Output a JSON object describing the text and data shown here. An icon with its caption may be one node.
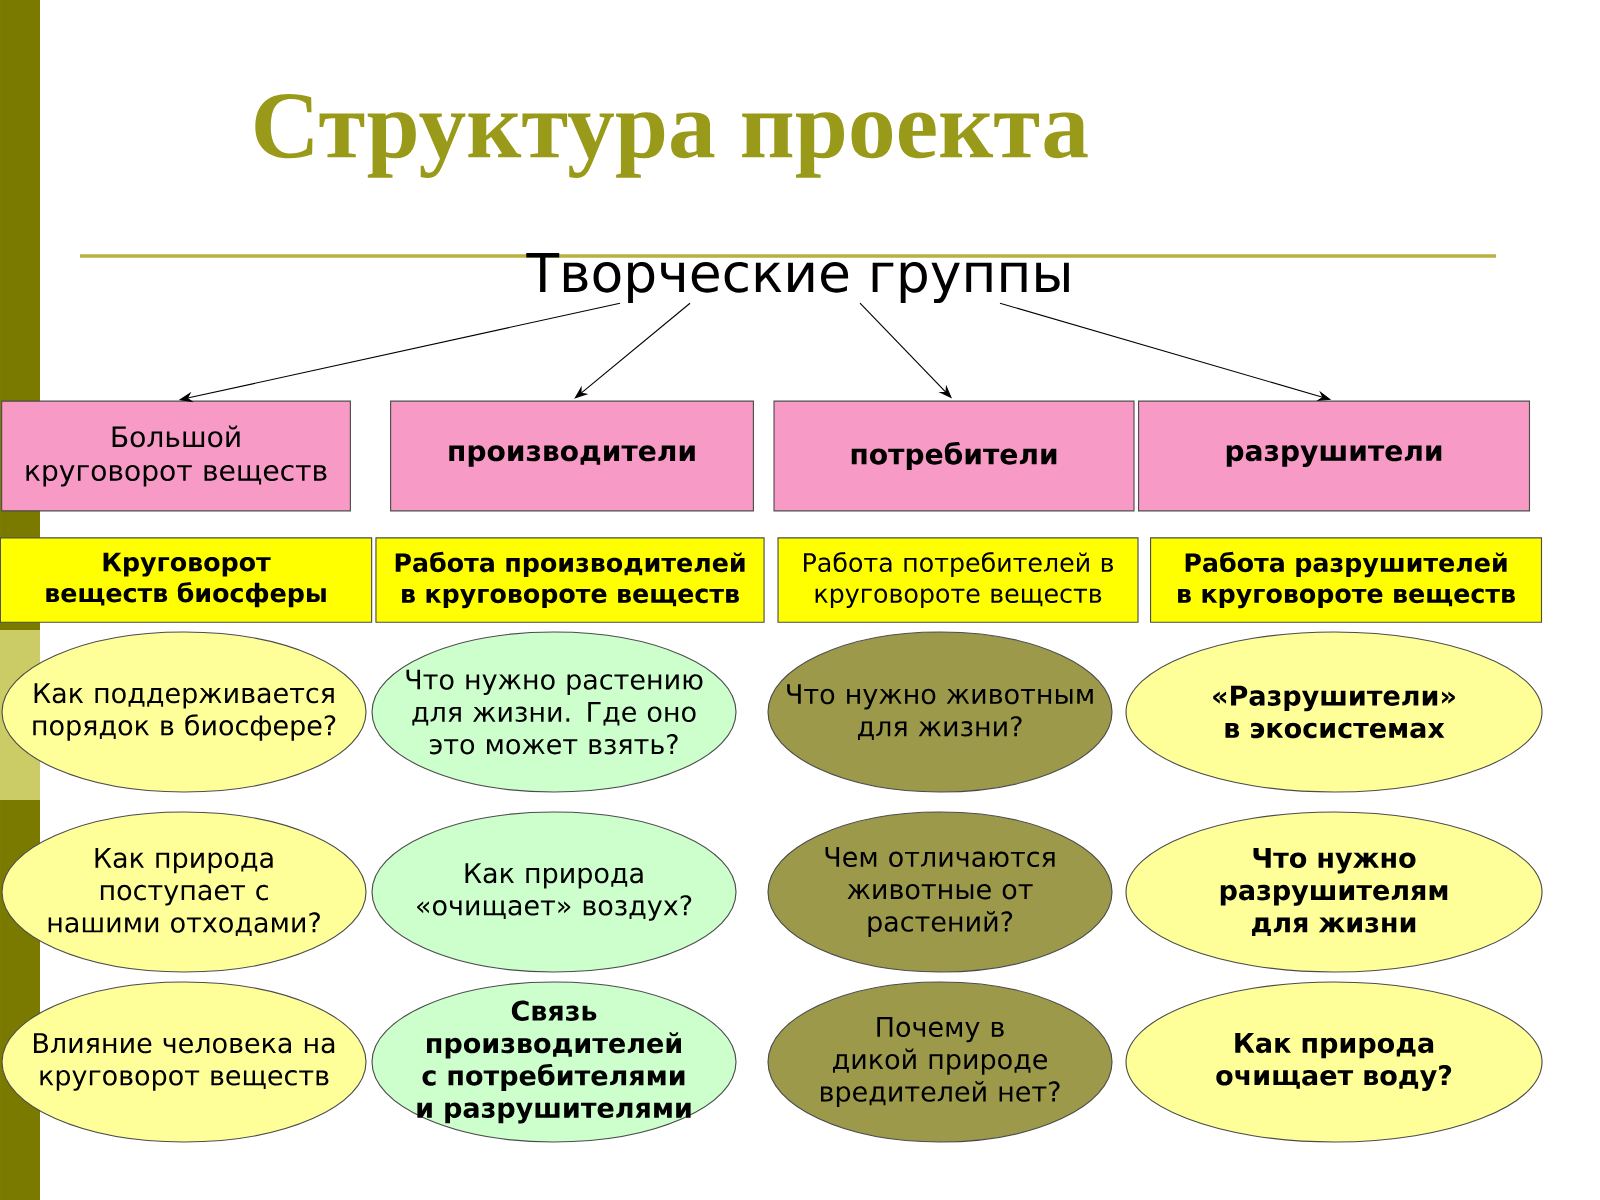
{
  "diagram": {
    "title": "Структура проекта",
    "nodes": [
      {
        "text": [
          "Творческие группы"
        ]
      },
      {
        "text": [
          "Большой круговорот веществ"
        ]
      },
      {
        "text": [
          "производители"
        ]
      },
      {
        "text": [
          "потребители"
        ]
      },
      {
        "text": [
          "разрушители"
        ]
      },
      {
        "text": [
          "Круговорот веществ биосферы"
        ]
      },
      {
        "text": [
          "Работа производителей в круговороте веществ"
        ]
      },
      {
        "text": [
          "Работа потребителей в круговороте веществ"
        ]
      },
      {
        "text": [
          "Работа разрушителей в круговороте веществ"
        ]
      },
      {
        "text": [
          "Как поддерживается порядок в биосфере?"
        ]
      },
      {
        "text": [
          "Что нужно растению для жизни. Где оно это может взять?"
        ]
      },
      {
        "text": [
          "Что нужно животным для жизни?"
        ]
      },
      {
        "text": [
          "«Разрушители» в экосистемах"
        ]
      },
      {
        "text": [
          "Как природа поступает с нашими отходами?"
        ]
      },
      {
        "text": [
          "Как природа «очищает» воздух?"
        ]
      },
      {
        "text": [
          "Чем отличаются животные от растений?"
        ]
      },
      {
        "text": [
          "Что нужно разрушителям для жизни"
        ]
      },
      {
        "text": [
          "Влияние человека на круговорот веществ"
        ]
      },
      {
        "text": [
          "Связь производителей с потребителями и разрушителями"
        ]
      },
      {
        "text": [
          "Почему в дикой природе вредителей нет?"
        ]
      },
      {
        "text": [
          "Как природа очищает воду?"
        ]
      }
    ],
    "edges": [
      {
        "from": 0,
        "to": 1,
        "arrow": "to"
      },
      {
        "from": 0,
        "to": 2,
        "arrow": "to"
      },
      {
        "from": 0,
        "to": 3,
        "arrow": "to"
      },
      {
        "from": 0,
        "to": 4,
        "arrow": "to"
      }
    ]
  }
}
